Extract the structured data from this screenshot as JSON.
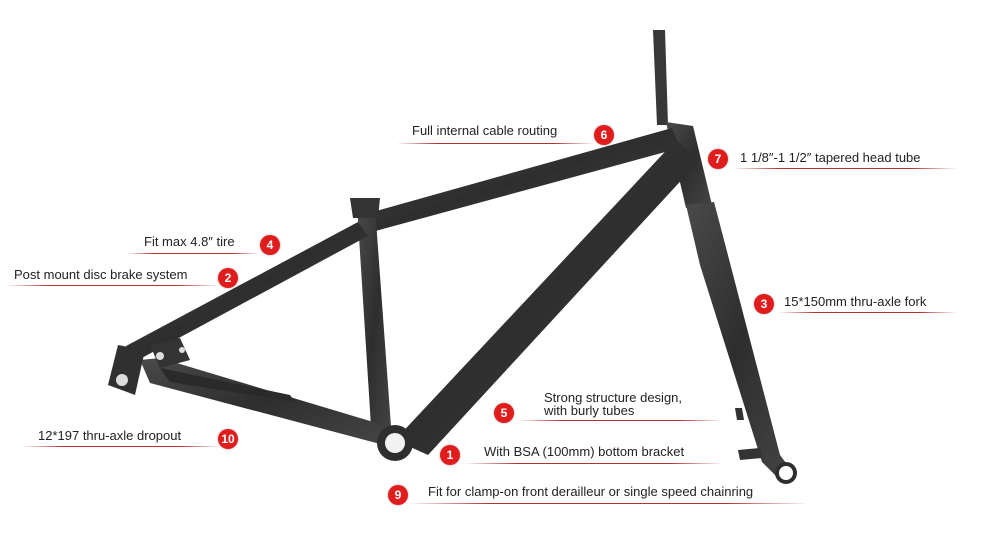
{
  "callouts": [
    {
      "num": "1",
      "text": "With BSA (100mm) bottom bracket"
    },
    {
      "num": "2",
      "text": "Post mount disc brake system"
    },
    {
      "num": "3",
      "text": "15*150mm thru-axle fork"
    },
    {
      "num": "4",
      "text": "Fit max 4.8″ tire"
    },
    {
      "num": "5",
      "text_line1": "Strong structure design,",
      "text_line2": "with burly tubes"
    },
    {
      "num": "6",
      "text": "Full internal cable routing"
    },
    {
      "num": "7",
      "text": "1 1/8″-1 1/2″ tapered head tube"
    },
    {
      "num": "9",
      "text": "Fit for clamp-on front derailleur or single speed chainring"
    },
    {
      "num": "10",
      "text": "12*197 thru-axle dropout"
    }
  ],
  "colors": {
    "badge": "#e01c1c",
    "frame": "#3a3a3a",
    "rule": "#b83030"
  }
}
